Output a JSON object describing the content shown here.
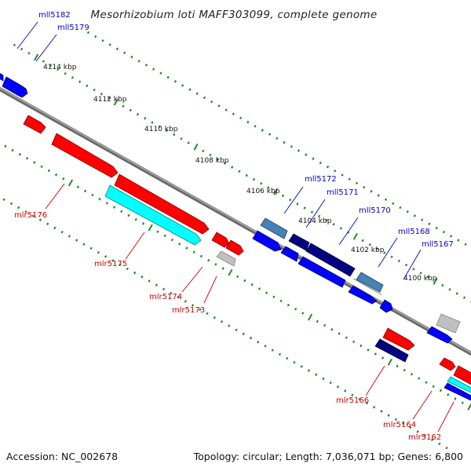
{
  "title": "Mesorhizobium loti MAFF303099, complete genome",
  "footer": {
    "accession": "Accession: NC_002678",
    "summary": "Topology: circular; Length: 7,036,071 bp; Genes: 6,800"
  },
  "ruler": [
    "4114 kbp",
    "4112 kbp",
    "4110 kbp",
    "4108 kbp",
    "4106 kbp",
    "4104 kbp",
    "4102 kbp",
    "4100 kbp"
  ],
  "labels_minus": [
    "mll5182",
    "mll5179",
    "mll5172",
    "mll5171",
    "mll5170",
    "mll5168",
    "mll5167"
  ],
  "labels_plus": [
    "mlr5176",
    "mlr5175",
    "mlr5174",
    "mlr5173",
    "mlr5166",
    "mlr5164",
    "mlr5162"
  ],
  "colors": {
    "plus_strand": "#ff0000",
    "plus_alt": "#00ffff",
    "minus_strand": "#0000ff",
    "minus_dark": "#000080",
    "minus_light": "#4682b4",
    "pseudo": "#c0c0c0",
    "backbone": "#808080",
    "tick": "#228b22",
    "label_minus": "#0000cc",
    "label_plus": "#cc0000"
  }
}
